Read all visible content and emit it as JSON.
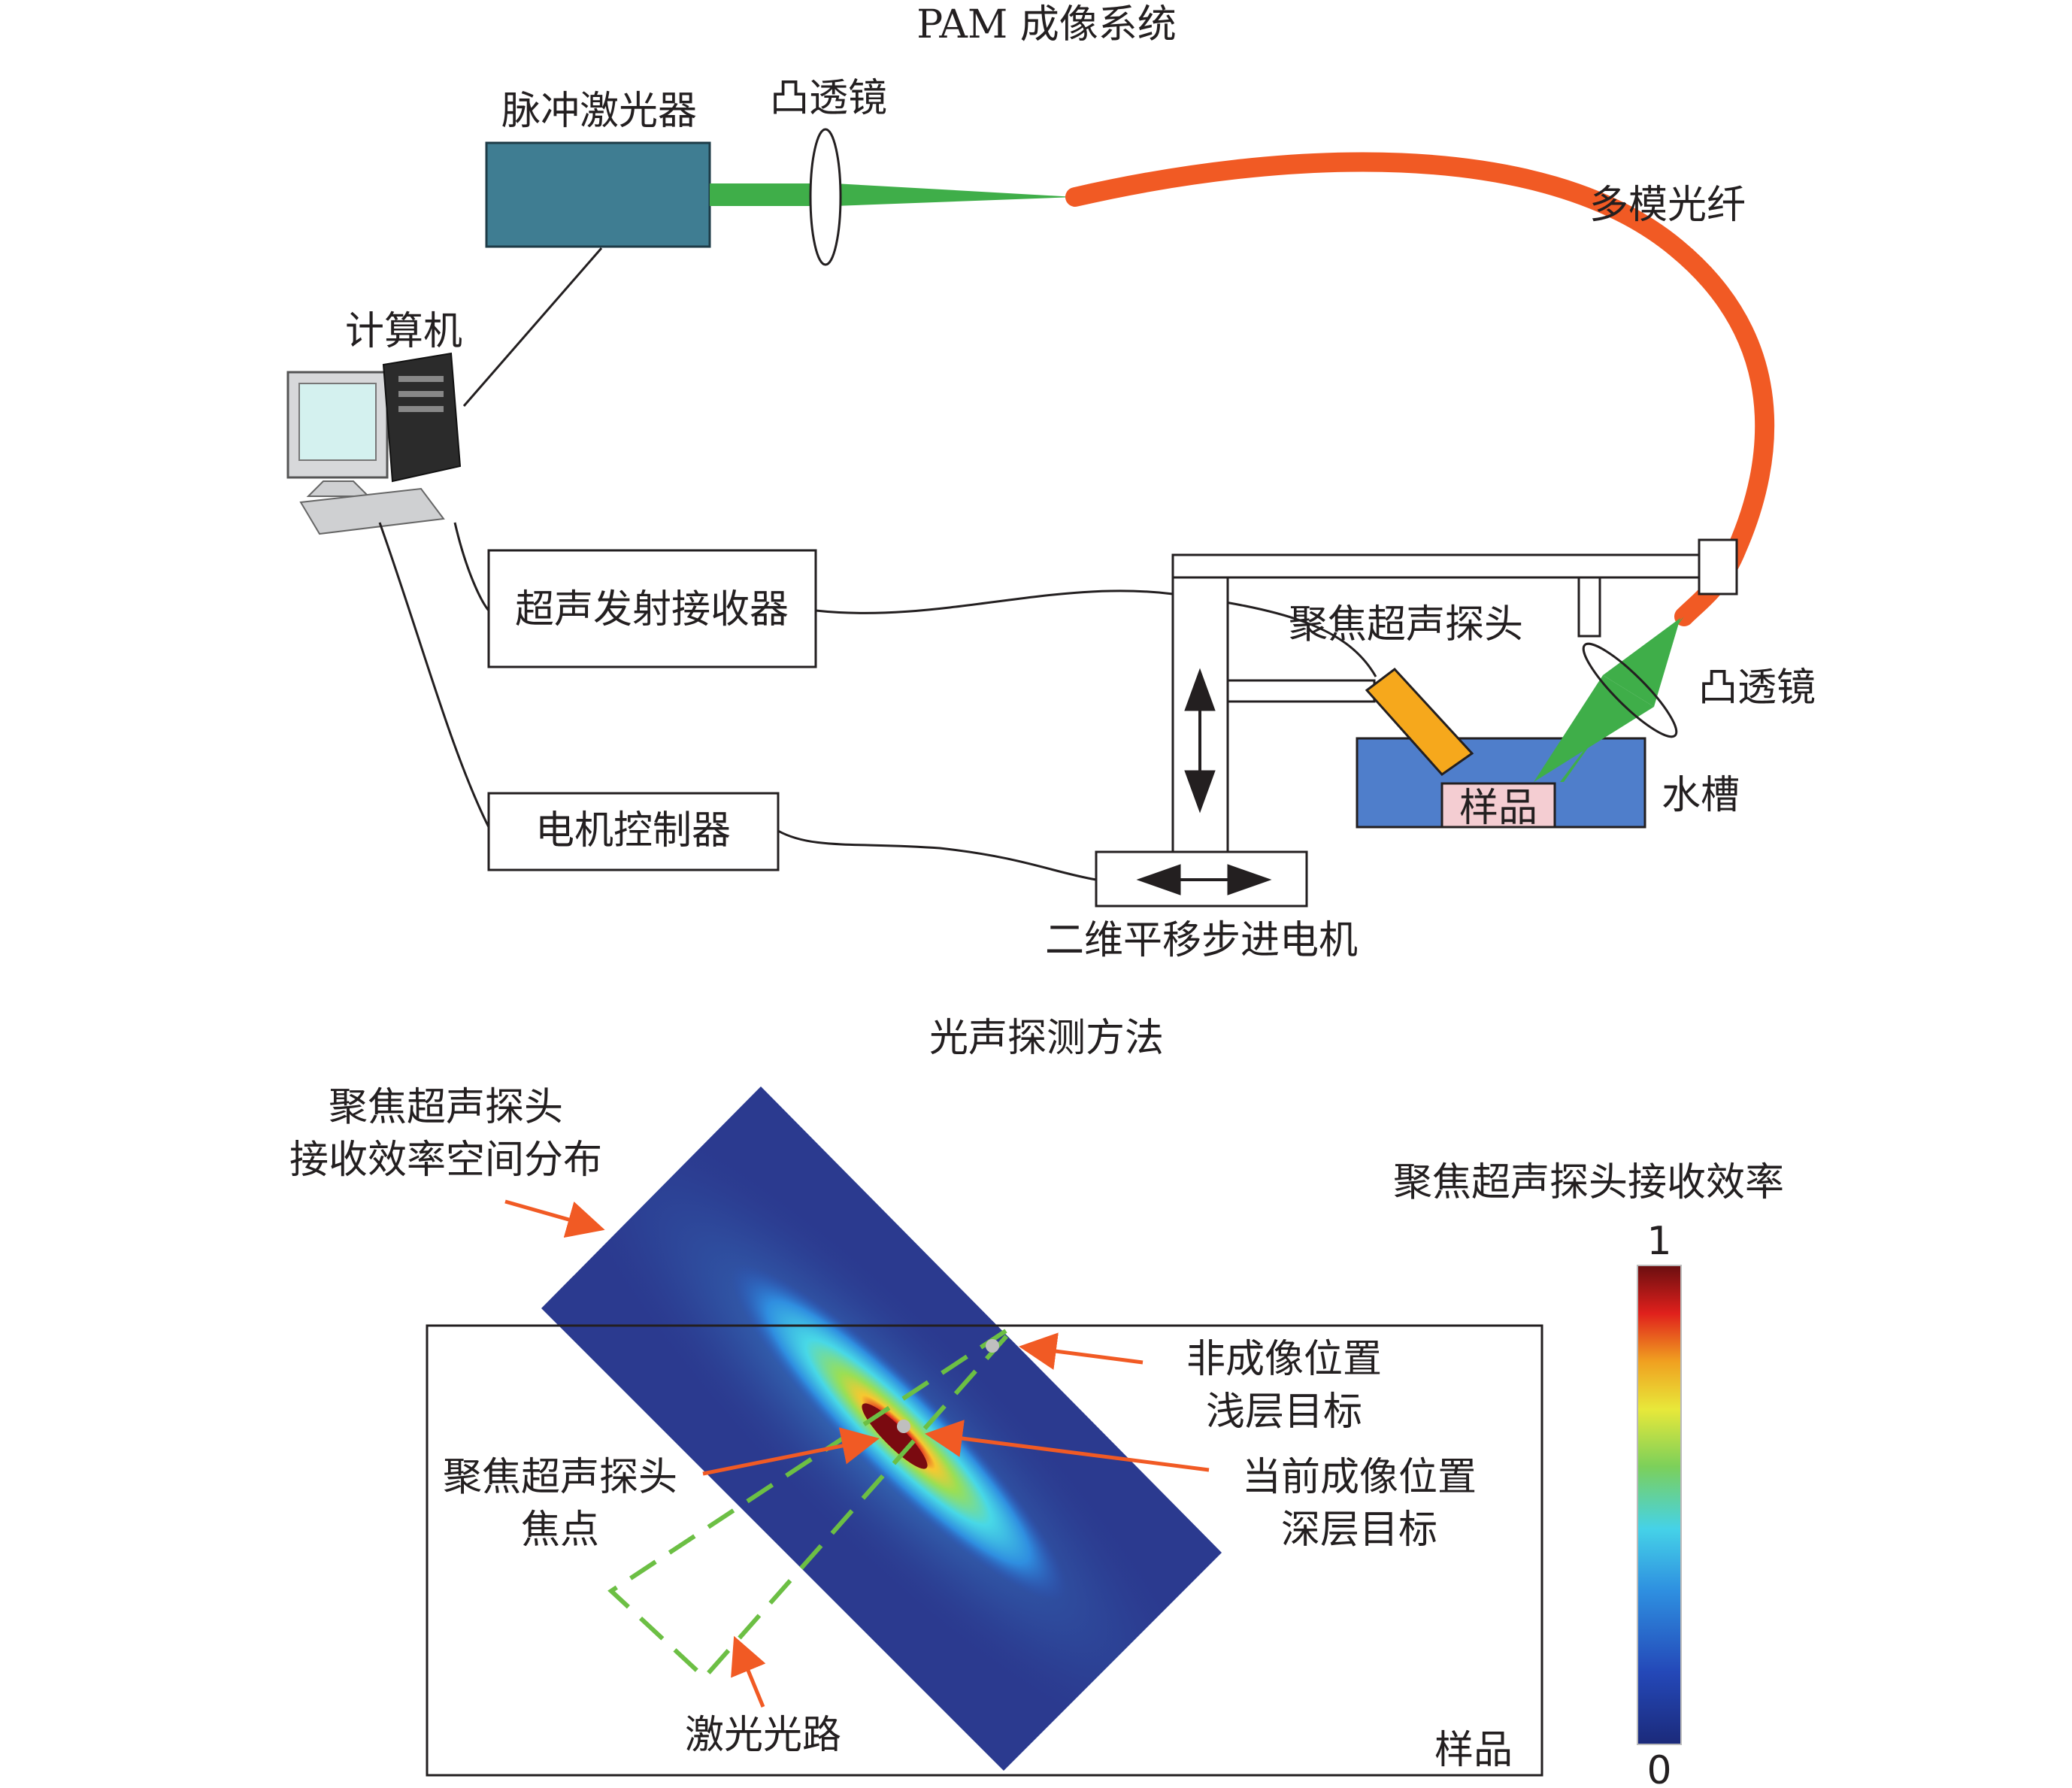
{
  "top_title": "PAM 成像系统",
  "bottom_title": "光声探测方法",
  "components": {
    "pulsed_laser": "脉冲激光器",
    "convex_lens_top": "凸透镜",
    "multimode_fiber": "多模光纤",
    "computer": "计算机",
    "ultrasound_transceiver": "超声发射接收器",
    "focused_probe": "聚焦超声探头",
    "convex_lens_right": "凸透镜",
    "water_tank": "水槽",
    "sample": "样品",
    "motor_controller": "电机控制器",
    "stepper_motor": "二维平移步进电机"
  },
  "detection": {
    "probe_distribution_line1": "聚焦超声探头",
    "probe_distribution_line2": "接收效率空间分布",
    "colorbar_title": "聚焦超声探头接收效率",
    "colorbar_max": "1",
    "colorbar_min": "0",
    "non_imaging_line1": "非成像位置",
    "non_imaging_line2": "浅层目标",
    "focus_line1": "聚焦超声探头",
    "focus_line2": "焦点",
    "current_line1": "当前成像位置",
    "current_line2": "深层目标",
    "laser_path": "激光光路",
    "sample_label": "样品"
  },
  "colors": {
    "laser_box": "#3f7d92",
    "laser_beam": "#3fae49",
    "fiber": "#f15a24",
    "probe": "#f6a81c",
    "water_tank": "#4f7ecb",
    "sample_fill": "#f4cdd2",
    "heatmap_bg": "#2b3a8f",
    "arrow": "#f15a24",
    "laser_path_dash": "#6cbf44"
  }
}
